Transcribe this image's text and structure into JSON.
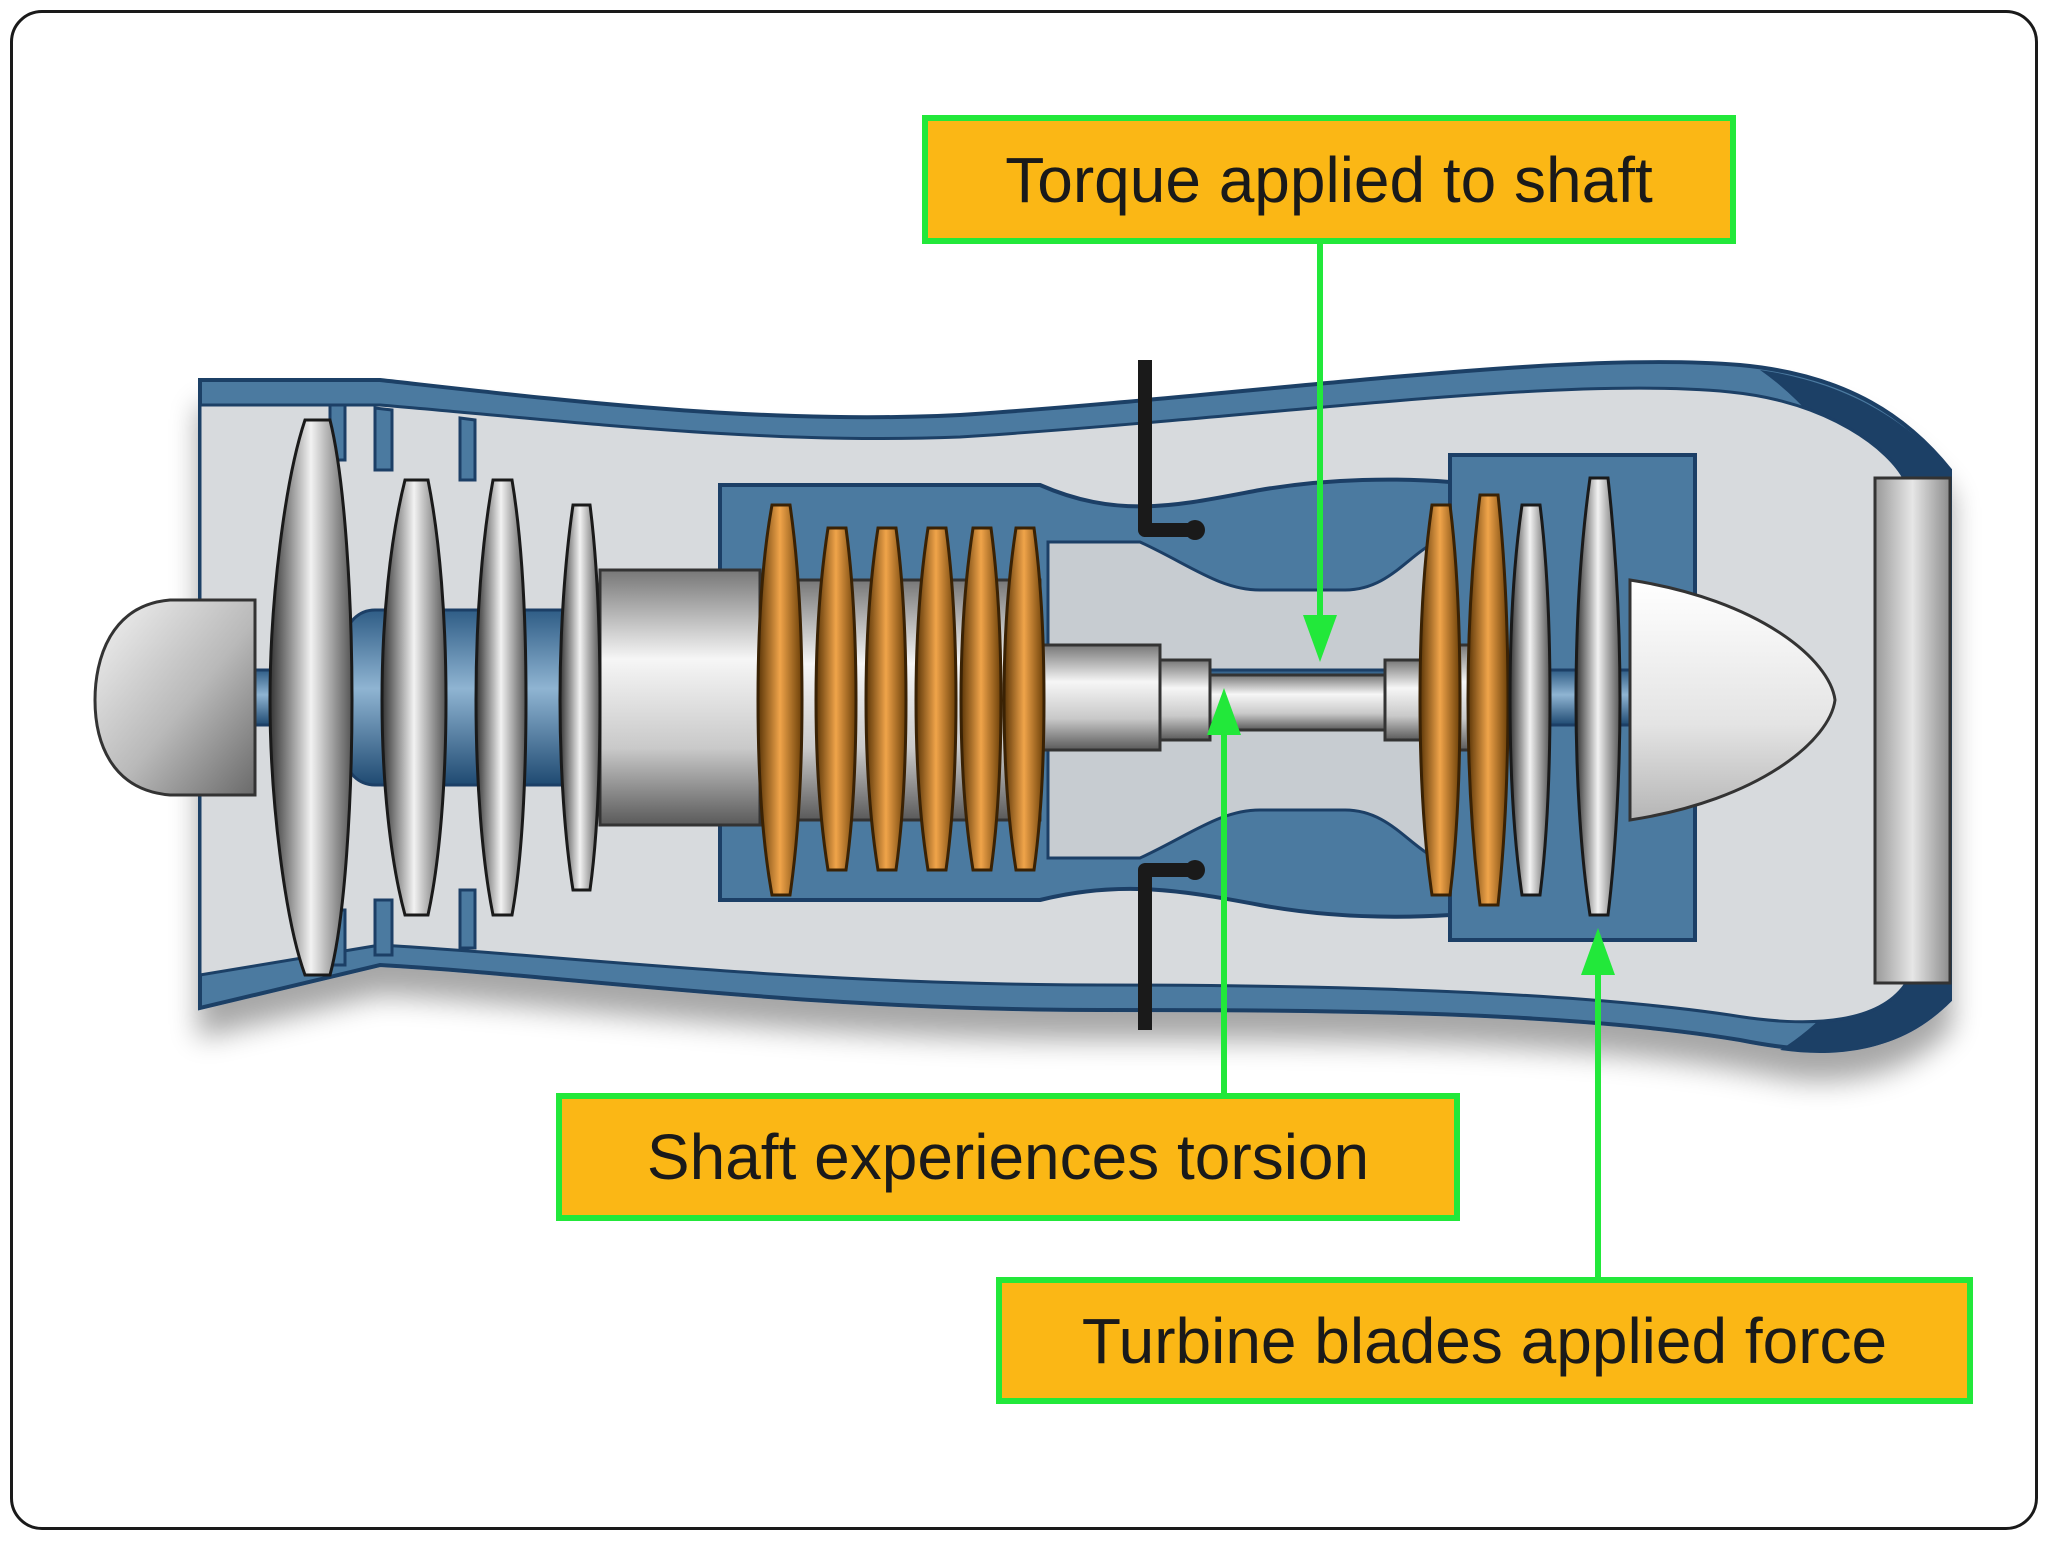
{
  "callouts": {
    "torque": "Torque applied to shaft",
    "torsion": "Shaft experiences torsion",
    "force": "Turbine blades applied force"
  },
  "colors": {
    "callout_fill": "#fbb715",
    "callout_border": "#22e83a",
    "arrow": "#22e83a",
    "casing_blue": "#4b7aa0",
    "casing_dark": "#1c3f66",
    "inner_gray": "#d9dcdf",
    "compressor_blade": "#b87a2a"
  },
  "icons": {
    "engine": "turbojet-cutaway-icon"
  }
}
